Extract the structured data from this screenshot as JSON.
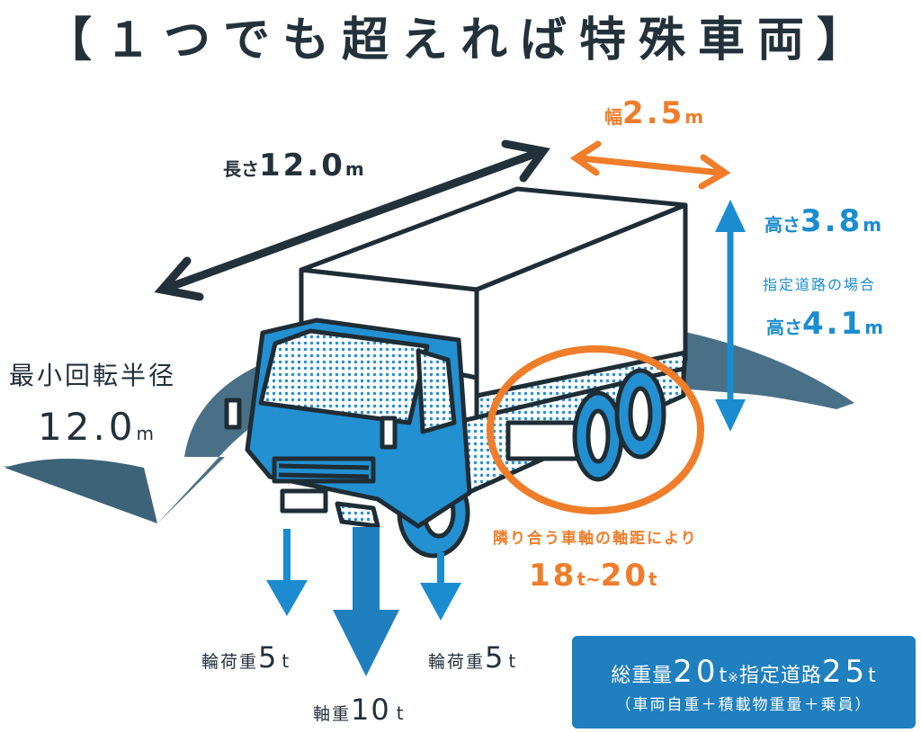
{
  "title": "【１つでも超えれば特殊車両】",
  "length": {
    "prefix": "長さ",
    "value": "12.0",
    "unit": "m"
  },
  "width": {
    "prefix": "幅",
    "value": "2.5",
    "unit": "m"
  },
  "height": {
    "prefix": "高さ",
    "value": "3.8",
    "unit": "m"
  },
  "designated_note": "指定道路の場合",
  "height_designated": {
    "prefix": "高さ",
    "value": "4.1",
    "unit": "m"
  },
  "turning_radius": {
    "label": "最小回転半径",
    "value": "12.0",
    "unit": "m"
  },
  "axle_distance_note": "隣り合う車軸の軸距により",
  "axle_distance_value": {
    "a": "18",
    "t1": "t",
    "sep": "~",
    "b": "20",
    "t2": "t"
  },
  "wheel_load_left": {
    "label": "輪荷重",
    "value": "5",
    "unit": "t"
  },
  "wheel_load_right": {
    "label": "輪荷重",
    "value": "5",
    "unit": "t"
  },
  "axle_load": {
    "label": "軸重",
    "value": "10",
    "unit": "t"
  },
  "total_weight": {
    "label": "総重量",
    "value": "20",
    "unit": "t",
    "mark": "※",
    "designated_label": "指定道路",
    "designated_value": "25",
    "designated_unit": "t",
    "note": "（車両自重＋積載物重量＋乗員）"
  },
  "colors": {
    "blue": "#1b8cd0",
    "orange": "#ef7d2a",
    "dark": "#23313a",
    "road": "#4a7088",
    "truck": "#2390d2"
  }
}
